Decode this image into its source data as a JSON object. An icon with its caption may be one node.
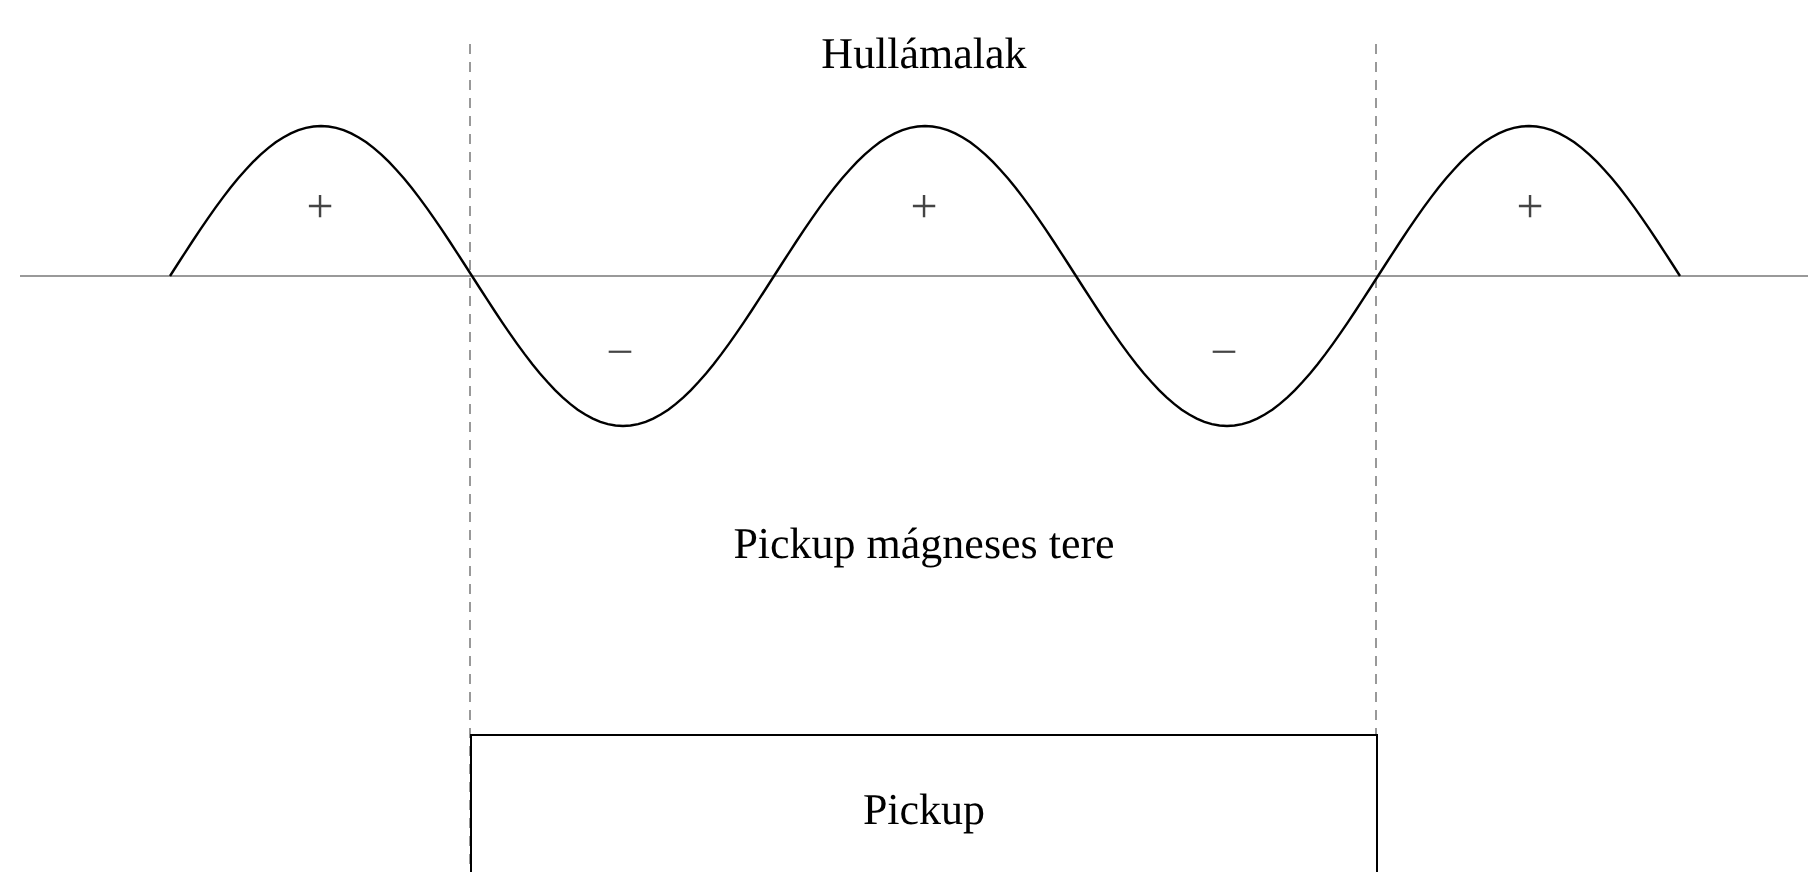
{
  "diagram": {
    "nodes": [
      {
        "text": [
          "Pickup"
        ]
      }
    ],
    "labels": [
      "Hullámalak",
      "+",
      "+",
      "+",
      "–",
      "–",
      "Pickup mágneses tere"
    ]
  }
}
